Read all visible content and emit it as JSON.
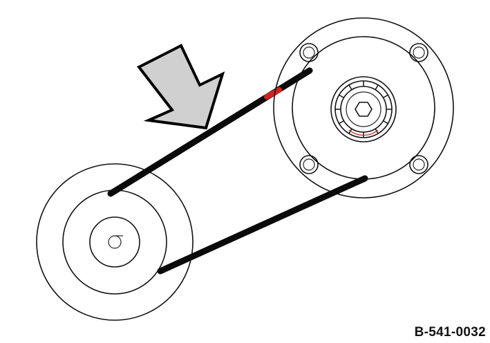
{
  "figure": {
    "code": "B-541-0032"
  },
  "parts": {
    "large_pulley": "large-pulley",
    "small_pulley": "small-pulley",
    "belt": "drive-belt",
    "pointer": "pointer-arrow"
  },
  "colors": {
    "line": "#111111",
    "belt": "#0a0a0a",
    "arrow_fill": "#d0d0d0",
    "marker": "#d42020",
    "background": "#ffffff"
  }
}
